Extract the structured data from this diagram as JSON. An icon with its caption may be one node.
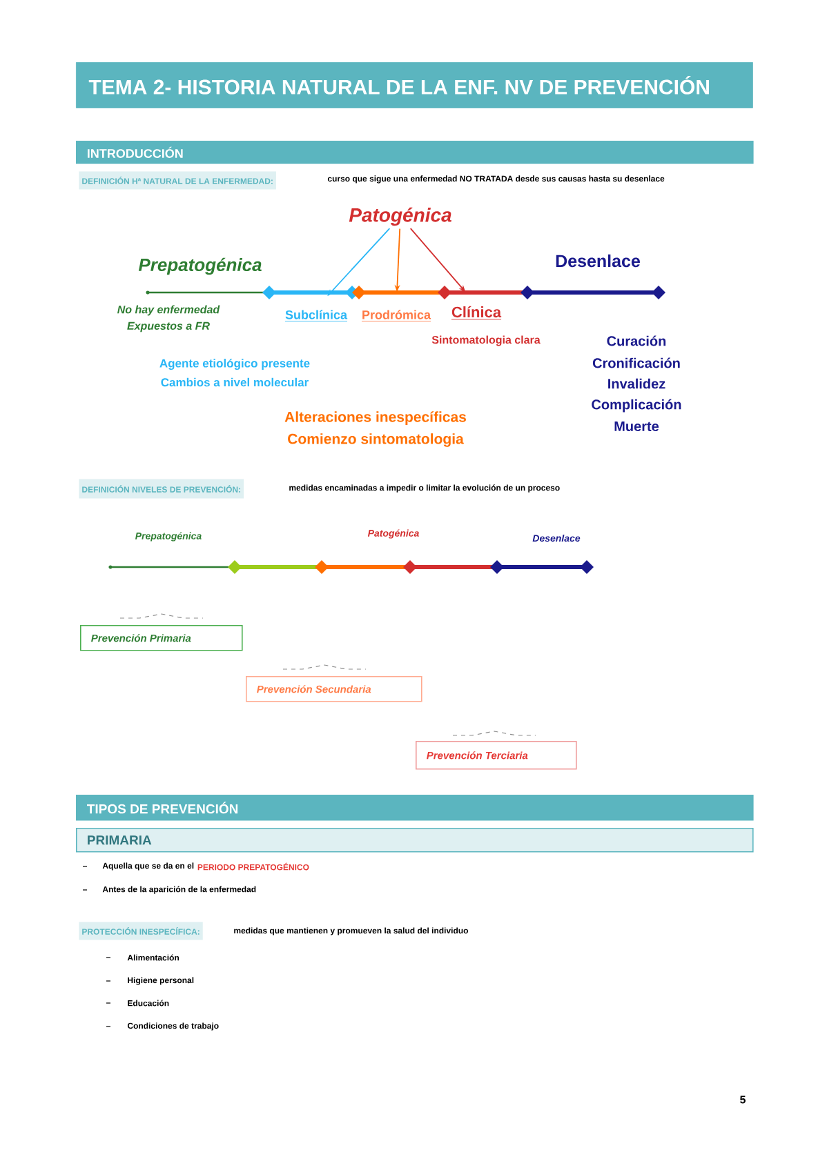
{
  "diagram": {
    "title": "TEMA 2- HISTORIA NATURAL DE LA ENF. NV DE PREVENCIÓN",
    "nodes": [
      {
        "text": [
          "INTRODUCCIÓN"
        ]
      },
      {
        "text": [
          "DEFINICIÓN Hª NATURAL DE LA ENFERMEDAD:"
        ]
      },
      {
        "text": [
          "Patogénica"
        ]
      },
      {
        "text": [
          "Subclínica"
        ]
      },
      {
        "text": [
          "Prodrómica"
        ]
      },
      {
        "text": [
          "Clínica"
        ]
      },
      {
        "text": [
          "DEFINICIÓN NIVELES DE PREVENCIÓN:"
        ]
      },
      {
        "text": [
          "Prevención Primaria"
        ]
      },
      {
        "text": [
          "Prevención Secundaria"
        ]
      },
      {
        "text": [
          "Prevención Terciaria"
        ]
      },
      {
        "text": [
          "TIPOS DE PREVENCIÓN"
        ]
      },
      {
        "text": [
          "PRIMARIA"
        ]
      },
      {
        "text": [
          "PROTECCIÓN INESPECÍFICA:"
        ]
      }
    ],
    "edges": [
      {
        "from": 2,
        "to": 3,
        "arrow": "to",
        "color": "#29b6f6"
      },
      {
        "from": 2,
        "to": 4,
        "arrow": "to",
        "color": "#ff6f00"
      },
      {
        "from": 2,
        "to": 5,
        "arrow": "to",
        "color": "#d32f2f"
      }
    ],
    "labels": [
      "curso que sigue una enfermedad NO TRATADA desde sus causas hasta su desenlace",
      "Prepatogénica",
      "Desenlace",
      "No hay enfermedad",
      "Expuestos a FR",
      "Sintomatologia clara",
      "Agente etiológico presente",
      "Cambios a nivel molecular",
      "Curación",
      "Cronificación",
      "Invalidez",
      "Complicación",
      "Muerte",
      "Alteraciones inespecíficas",
      "Comienzo sintomatologia",
      "medidas encaminadas a impedir o limitar la evolución de un proceso",
      "Prepatogénica",
      "Patogénica",
      "Desenlace",
      "Aquella que se da en el",
      "PERIODO PREPATOGÉNICO",
      "Antes de la aparición de la enfermedad",
      "medidas que mantienen y promueven la salud del individuo",
      "Alimentación",
      "Higiene personal",
      "Educación",
      "Condiciones de trabajo",
      "5"
    ]
  }
}
